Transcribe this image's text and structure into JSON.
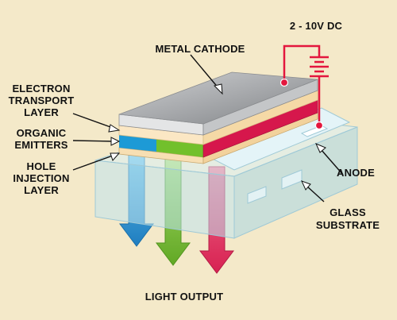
{
  "labels": {
    "metal_cathode": "METAL CATHODE",
    "voltage": "2 - 10V DC",
    "electron_transport": [
      "ELECTRON",
      "TRANSPORT",
      "LAYER"
    ],
    "organic_emitters": [
      "ORGANIC",
      "EMITTERS"
    ],
    "hole_injection": [
      "HOLE",
      "INJECTION",
      "LAYER"
    ],
    "anode": "ANODE",
    "glass_substrate": [
      "GLASS",
      "SUBSTRATE"
    ],
    "light_output": "LIGHT OUTPUT"
  },
  "colors": {
    "background": "#f4e9c9",
    "cathode": "#a6a8ab",
    "electron_transport": "#fbe7c4",
    "hole_injection": "#f7dfb3",
    "emitter_blue": "#1d9ad6",
    "emitter_green": "#72c02c",
    "emitter_red": "#d6174c",
    "glass": "#bfe4ef",
    "wire": "#e3173e"
  }
}
